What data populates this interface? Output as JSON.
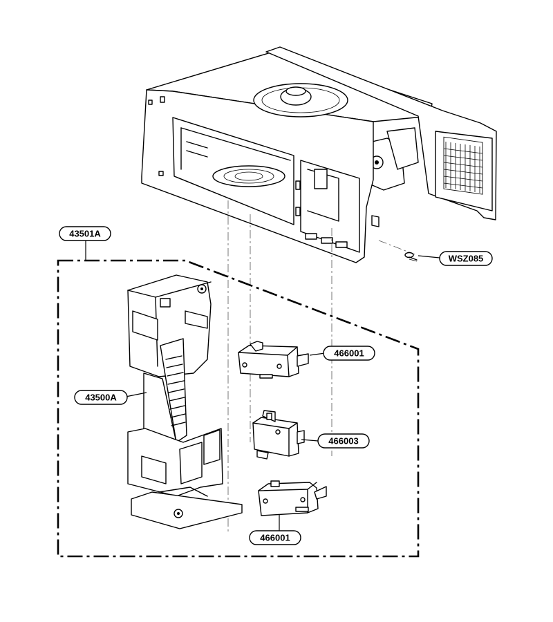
{
  "callouts": {
    "assembly": "43501A",
    "screw": "WSZ085",
    "latch_body": "43500A",
    "switch_top": "466001",
    "switch_middle": "466003",
    "switch_bottom": "466001"
  },
  "colors": {
    "line": "#000000",
    "background": "#ffffff"
  }
}
